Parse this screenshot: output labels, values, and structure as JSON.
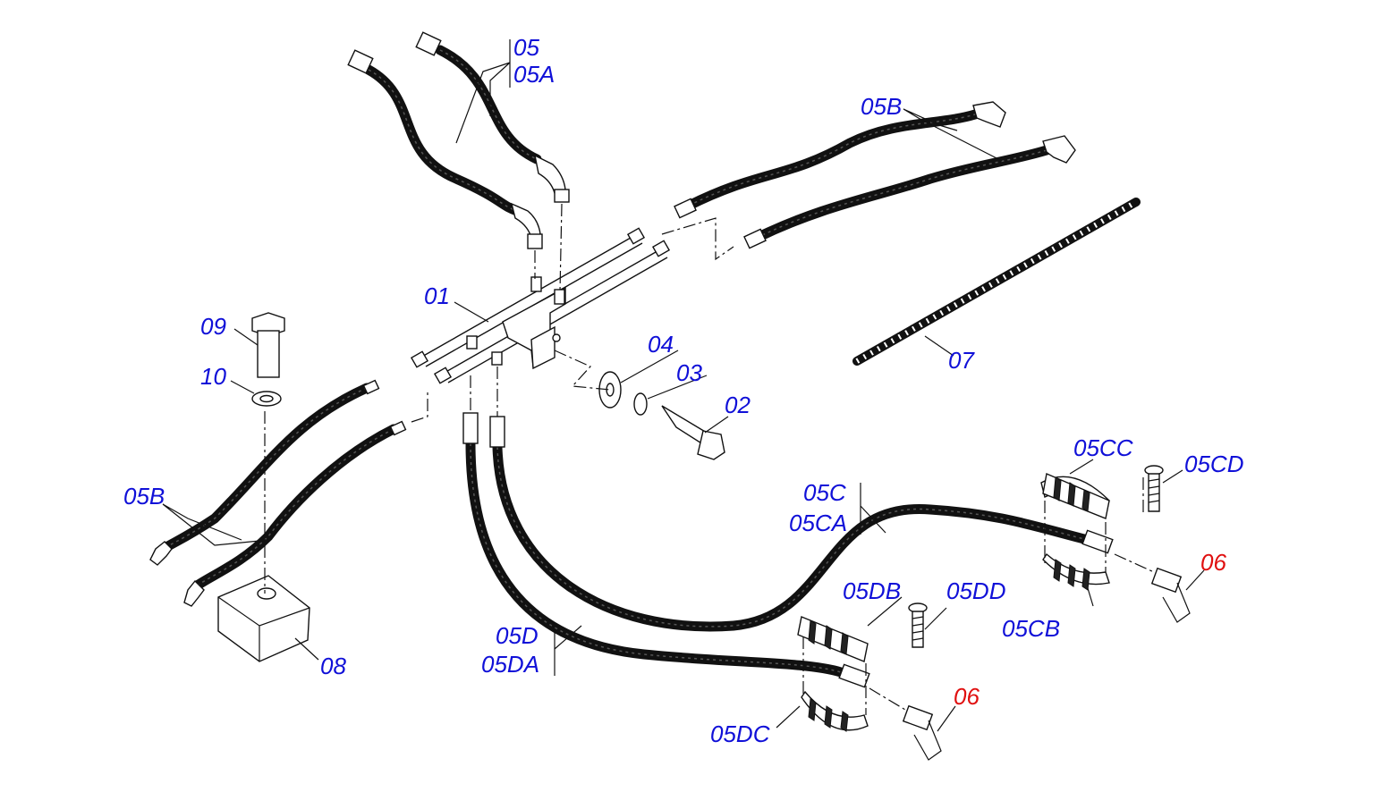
{
  "callouts": {
    "p01": "01",
    "p02": "02",
    "p03": "03",
    "p04": "04",
    "p05": "05",
    "p05A": "05A",
    "p05B_top": "05B",
    "p05B_left": "05B",
    "p05C": "05C",
    "p05CA": "05CA",
    "p05CB": "05CB",
    "p05CC": "05CC",
    "p05CD": "05CD",
    "p05D": "05D",
    "p05DA": "05DA",
    "p05DB": "05DB",
    "p05DC": "05DC",
    "p05DD": "05DD",
    "p06_upper": "06",
    "p06_lower": "06",
    "p07": "07",
    "p08": "08",
    "p09": "09",
    "p10": "10"
  },
  "colors": {
    "callout": "#1010d8",
    "callout_highlight": "#e01010",
    "line": "#111111"
  }
}
